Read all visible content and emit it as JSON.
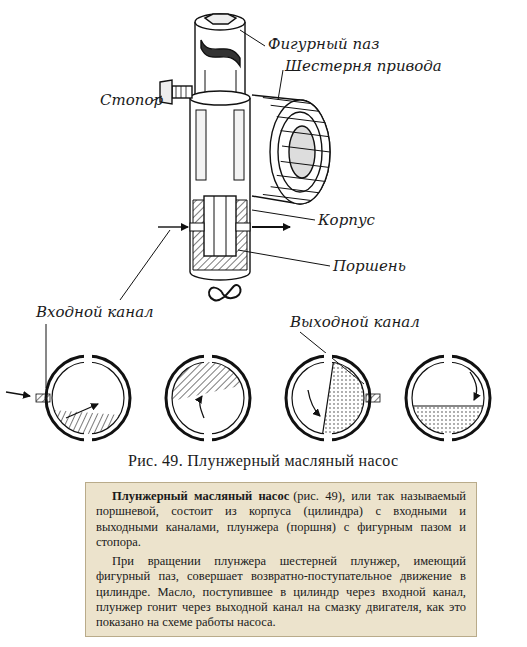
{
  "diagram": {
    "caption": "Рис. 49. Плунжерный масляный насос",
    "nodes": [
      {
        "text": [
          "Плунжерный масляный насос",
          "(рис. 49), или так называемый поршневой, состоит из корпуса (цилиндра) с входными и выходными каналами, плунжера (поршня) с фигурным пазом и стопора.",
          "При вращении плунжера шестерней плунжер, имеющий фигурный паз, совершает возвратно-поступательное движение в цилиндре. Масло, поступившее в цилиндр через входной канал, плунжер гонит через выходной канал на смазку двигателя, как это показано на схеме работы насоса."
        ]
      }
    ],
    "labels": [
      "Фигурный паз",
      "Шестерня привода",
      "Стопор",
      "Корпус",
      "Поршень",
      "Входной канал",
      "Выходной канал"
    ]
  }
}
